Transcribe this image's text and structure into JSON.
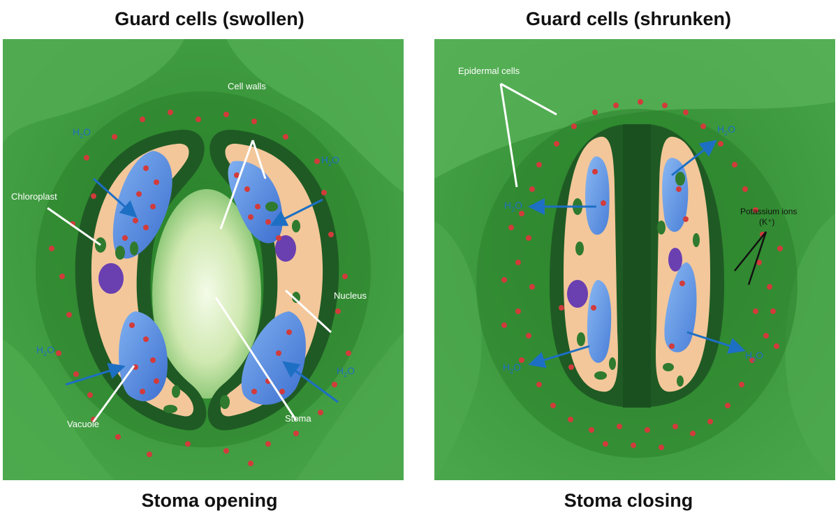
{
  "titles": {
    "left_top": "Guard cells (swollen)",
    "right_top": "Guard cells (shrunken)",
    "left_bottom": "Stoma opening",
    "right_bottom": "Stoma closing"
  },
  "labels": {
    "cell_walls": "Cell walls",
    "chloroplast": "Chloroplast",
    "nucleus": "Nucleus",
    "vacuole": "Vacuole",
    "stoma": "Stoma",
    "epidermal_cells": "Epidermal cells",
    "potassium_ions": "Potassium ions",
    "potassium_symbol": "(K⁺)",
    "water": "H",
    "water_sub": "2",
    "water_o": "O"
  },
  "colors": {
    "background_green": "#3f9a3f",
    "guard_wall": "#1f5a24",
    "cytoplasm": "#f3c79a",
    "vacuole": "#5a8fe0",
    "nucleus": "#6a3fb0",
    "chloroplast": "#2f7a2f",
    "ion": "#d23b3b",
    "water_arrow": "#1d6fc4",
    "label_white": "#ffffff"
  }
}
